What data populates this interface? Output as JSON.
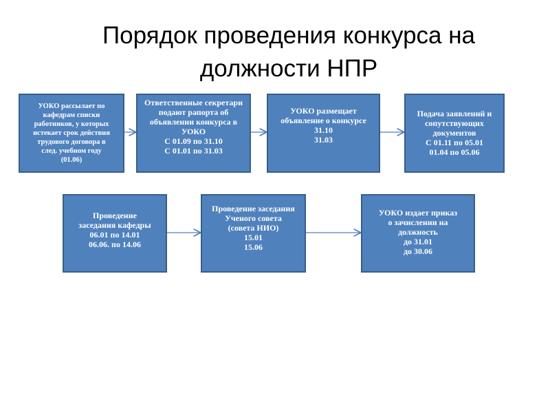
{
  "title": {
    "line1": "Порядок проведения конкурса на",
    "line2": "должности НПР"
  },
  "colors": {
    "box_fill": "#4f81bd",
    "box_border": "#385d8a",
    "arrow": "#4f81bd"
  },
  "steps": [
    {
      "lines": [
        "УОКО рассылает по",
        "кафедрам списки",
        "работников, у которых",
        "истекает срок действия",
        "трудового договора  в",
        "след. учебном году",
        "(01.06)"
      ]
    },
    {
      "lines": [
        "Ответственные секретари",
        "подают рапорта об",
        "объявлении конкурса в",
        "УОКО",
        "С 01.09 по 31.10",
        "С 01.01 по 31.03"
      ]
    },
    {
      "lines": [
        "УОКО размещает",
        "объявление о конкурсе",
        "31.10",
        "31.03"
      ]
    },
    {
      "lines": [
        "Подача заявлений и",
        "сопутствующих",
        "документов",
        "С 01.11 по 05.01",
        "01.04 по 05.06"
      ]
    },
    {
      "lines": [
        "Проведение",
        "заседания кафедры",
        "06.01 по 14.01",
        "06.06. по 14.06"
      ]
    },
    {
      "lines": [
        "Проведение заседания",
        "Ученого совета",
        "(совета НИО)",
        "15.01",
        "15.06"
      ]
    },
    {
      "lines": [
        "УОКО  издает приказ",
        "о зачислении на",
        "должность",
        "до 31.01",
        "до 30.06"
      ]
    }
  ]
}
